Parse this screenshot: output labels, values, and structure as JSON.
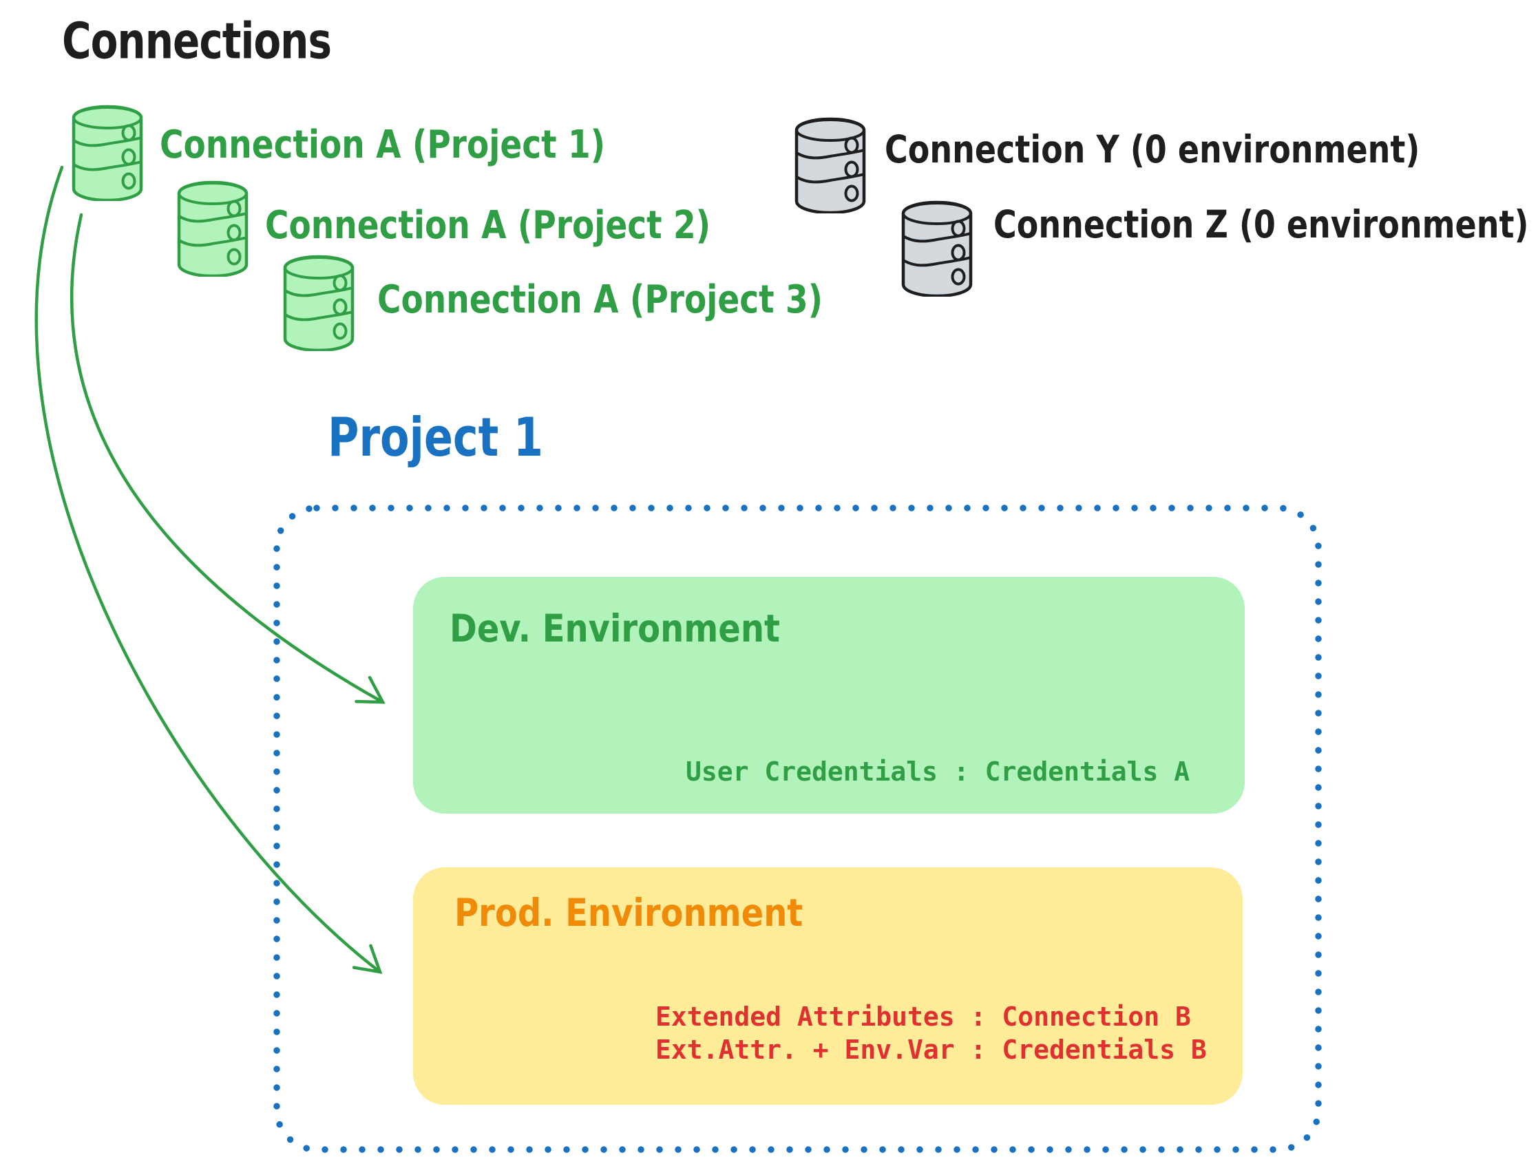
{
  "canvas": {
    "title": "Connections"
  },
  "connections": {
    "project_a": [
      {
        "label": "Connection A (Project 1)"
      },
      {
        "label": "Connection A (Project 2)"
      },
      {
        "label": "Connection A (Project 3)"
      }
    ],
    "standalone": [
      {
        "label": "Connection Y (0 environment)"
      },
      {
        "label": "Connection Z (0 environment)"
      }
    ]
  },
  "project": {
    "title": "Project 1",
    "dev": {
      "label": "Dev. Environment",
      "mapping": "User Credentials : Credentials A"
    },
    "prod": {
      "label": "Prod. Environment",
      "mappings": [
        "Extended Attributes : Connection B",
        "Ext.Attr. + Env.Var : Credentials B"
      ]
    }
  },
  "icons": {
    "database": "database-icon"
  },
  "colors": {
    "ink": "#1e1e1e",
    "green": "#2f9e44",
    "green_fill": "#b2f2bb",
    "blue": "#1971c2",
    "orange": "#f08c00",
    "yellow_fill": "#ffec99",
    "red": "#e03131",
    "gray_fill": "#d4d9de"
  }
}
